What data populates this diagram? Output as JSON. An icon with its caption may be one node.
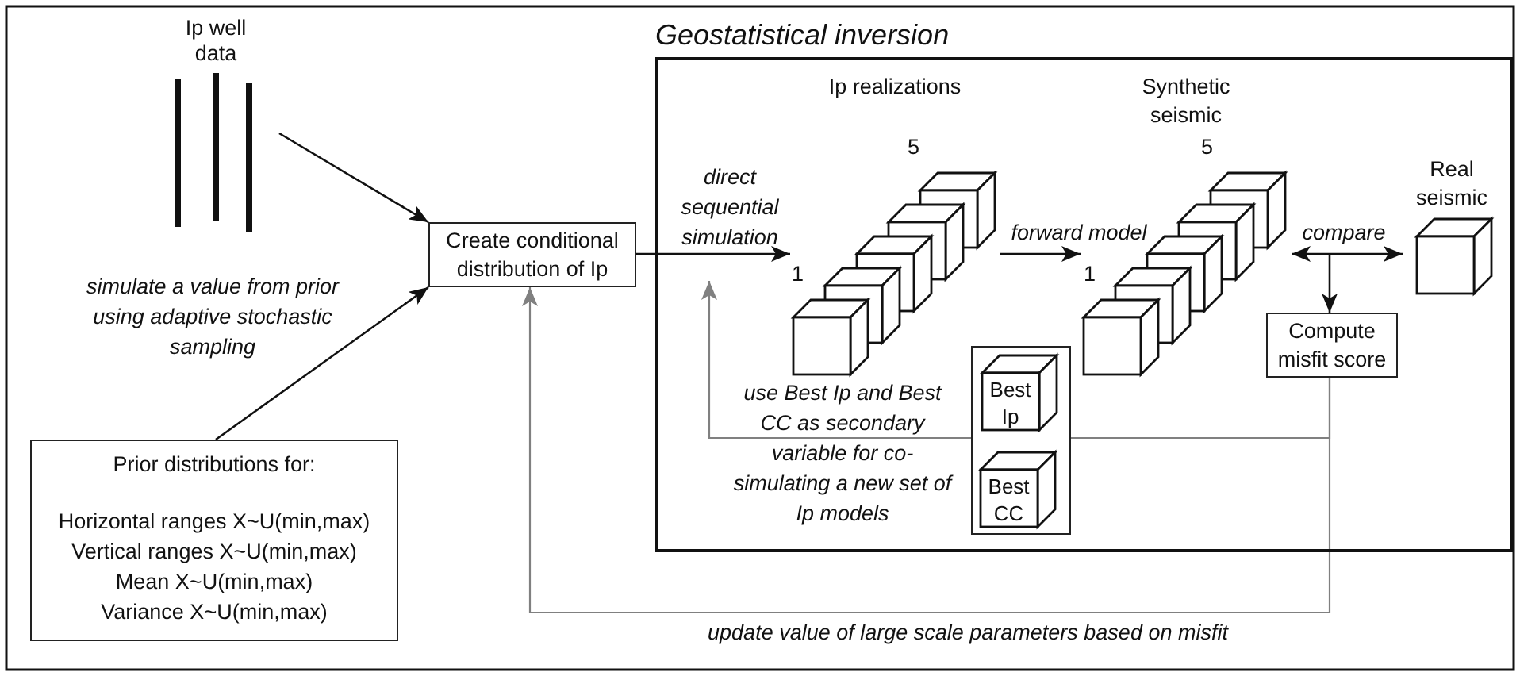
{
  "diagram": {
    "nodes": [
      {
        "text": [
          "Ip well data"
        ]
      },
      {
        "text": [
          "Create conditional distribution of Ip"
        ]
      },
      {
        "text": [
          "Prior distributions for:",
          "Horizontal ranges X~U(min,max)",
          "Vertical ranges X~U(min,max)",
          "Mean X~U(min,max)",
          "Variance X~U(min,max)"
        ]
      },
      {
        "text": [
          "Geostatistical inversion"
        ]
      },
      {
        "text": [
          "Ip realizations",
          "5",
          "1"
        ],
        "in": 3
      },
      {
        "text": [
          "Synthetic seismic",
          "5",
          "1"
        ],
        "in": 3
      },
      {
        "text": [
          "Real seismic"
        ],
        "in": 3
      },
      {
        "text": [
          "Compute misfit score"
        ],
        "in": 3
      },
      {
        "text": [],
        "shape": "box",
        "in": 3
      },
      {
        "text": [
          "Best Ip"
        ],
        "in": 8
      },
      {
        "text": [
          "Best CC"
        ],
        "in": 8
      }
    ],
    "edges": [
      {
        "from": 0,
        "to": 1,
        "arrow": "to"
      },
      {
        "from": 2,
        "to": 1,
        "arrow": "to",
        "label": "simulate a value from prior using adaptive stochastic sampling"
      },
      {
        "from": 1,
        "to": 4,
        "arrow": "to",
        "label": "direct sequential simulation"
      },
      {
        "from": 4,
        "to": 5,
        "arrow": "to",
        "label": "forward model"
      },
      {
        "from": 5,
        "to": 6,
        "arrow": "both",
        "label": "compare"
      },
      {
        "from": null,
        "to": 7,
        "arrow": "to"
      },
      {
        "from": 7,
        "to": null,
        "arrow": "to",
        "label": "use Best Ip and Best CC as secondary variable for co-simulating a new set of Ip models",
        "color": "#808080"
      },
      {
        "from": 7,
        "to": 1,
        "arrow": "to",
        "label": "update value of large scale parameters based on misfit",
        "color": "#808080"
      }
    ]
  }
}
